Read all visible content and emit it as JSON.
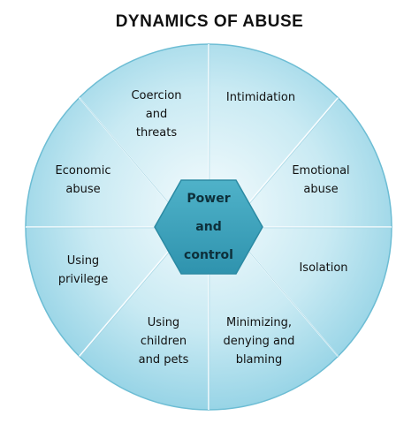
{
  "title": "DYNAMICS OF ABUSE",
  "center": {
    "lines": [
      "Power",
      "and",
      "control"
    ]
  },
  "segments": [
    {
      "id": "coercion",
      "lines": [
        "Coercion",
        "and",
        "threats"
      ]
    },
    {
      "id": "intimidation",
      "lines": [
        "Intimidation"
      ]
    },
    {
      "id": "emotional",
      "lines": [
        "Emotional",
        "abuse"
      ]
    },
    {
      "id": "isolation",
      "lines": [
        "Isolation"
      ]
    },
    {
      "id": "minimizing",
      "lines": [
        "Minimizing,",
        "denying and",
        "blaming"
      ]
    },
    {
      "id": "children",
      "lines": [
        "Using",
        "children",
        "and pets"
      ]
    },
    {
      "id": "privilege",
      "lines": [
        "Using",
        "privilege"
      ]
    },
    {
      "id": "economic",
      "lines": [
        "Economic",
        "abuse"
      ]
    }
  ],
  "colors": {
    "wheel_light": "#e6f6fb",
    "wheel_dark": "#8fd2e6",
    "wheel_stroke": "#5fb0c8",
    "hexagon": "#3ea3bd",
    "hexagon_stroke": "#2b8aa3",
    "center_text": "#0d2f3a",
    "segment_text": "#111111"
  }
}
